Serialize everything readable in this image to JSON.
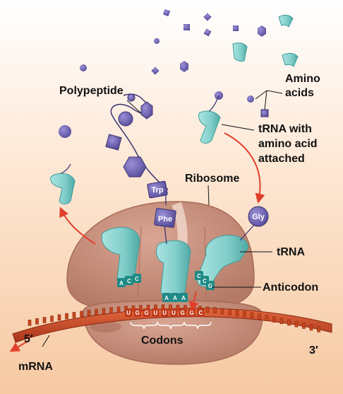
{
  "labels": {
    "polypeptide": "Polypeptide",
    "amino_acids_line1": "Amino",
    "amino_acids_line2": "acids",
    "trna_attached_line1": "tRNA with",
    "trna_attached_line2": "amino acid",
    "trna_attached_line3": "attached",
    "ribosome": "Ribosome",
    "trna": "tRNA",
    "anticodon": "Anticodon",
    "codons": "Codons",
    "mrna": "mRNA",
    "five_prime": "5′",
    "three_prime": "3′"
  },
  "amino_acid_tags": {
    "trp": "Trp",
    "phe": "Phe",
    "gly": "Gly"
  },
  "anticodons": {
    "left": [
      "A",
      "C",
      "C"
    ],
    "middle": [
      "A",
      "A",
      "A"
    ],
    "right": [
      "C",
      "C",
      "G"
    ]
  },
  "codon_bases": [
    "U",
    "G",
    "G",
    "U",
    "U",
    "U",
    "G",
    "G",
    "C"
  ],
  "colors": {
    "background_top": "#ffffff",
    "background_bottom": "#f6c9a2",
    "ribosome": "#c58d78",
    "ribosome_shadow": "#a86b58",
    "trna": "#86d3cf",
    "trna_dark": "#3e9c98",
    "anticodon_base": "#1f8a85",
    "amino_acid": "#6a5fae",
    "mrna": "#c9461e",
    "arrow": "#e0402a"
  }
}
